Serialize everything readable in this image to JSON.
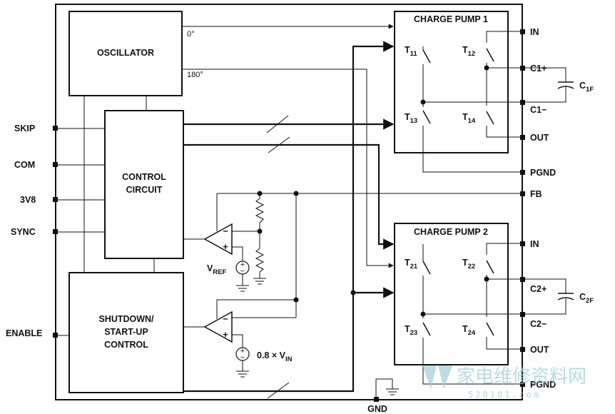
{
  "blocks": {
    "oscillator": "OSCILLATOR",
    "control_line1": "CONTROL",
    "control_line2": "CIRCUIT",
    "shutdown_line1": "SHUTDOWN/",
    "shutdown_line2": "START-UP",
    "shutdown_line3": "CONTROL",
    "charge_pump_1": "CHARGE PUMP 1",
    "charge_pump_2": "CHARGE PUMP 2"
  },
  "phases": {
    "phase_0": "0°",
    "phase_180": "180°"
  },
  "switches": {
    "t11": {
      "main": "T",
      "sub": "11"
    },
    "t12": {
      "main": "T",
      "sub": "12"
    },
    "t13": {
      "main": "T",
      "sub": "13"
    },
    "t14": {
      "main": "T",
      "sub": "14"
    },
    "t21": {
      "main": "T",
      "sub": "21"
    },
    "t22": {
      "main": "T",
      "sub": "22"
    },
    "t23": {
      "main": "T",
      "sub": "23"
    },
    "t24": {
      "main": "T",
      "sub": "24"
    }
  },
  "left_pins": {
    "skip": "SKIP",
    "com": "COM",
    "v3v8": "3V8",
    "sync": "SYNC",
    "enable": "ENABLE"
  },
  "right_pins": {
    "in1": "IN",
    "c1p": "C1+",
    "c1m": "C1−",
    "out1": "OUT",
    "pgnd1": "PGND",
    "fb": "FB",
    "in2": "IN",
    "c2p": "C2+",
    "c2m": "C2−",
    "out2": "OUT",
    "pgnd2": "PGND"
  },
  "bottom_pins": {
    "gnd": "GND"
  },
  "capacitors": {
    "c1f": {
      "main": "C",
      "sub": "1F"
    },
    "c2f": {
      "main": "C",
      "sub": "2F"
    }
  },
  "references": {
    "vref": {
      "main": "V",
      "sub": "REF"
    },
    "vin": {
      "main": "0.8 × V",
      "sub": "IN"
    }
  },
  "opamp_signs": {
    "minus": "−",
    "plus": "+"
  },
  "watermark": {
    "main": "家电维修资料网",
    "url": "520101.com"
  }
}
